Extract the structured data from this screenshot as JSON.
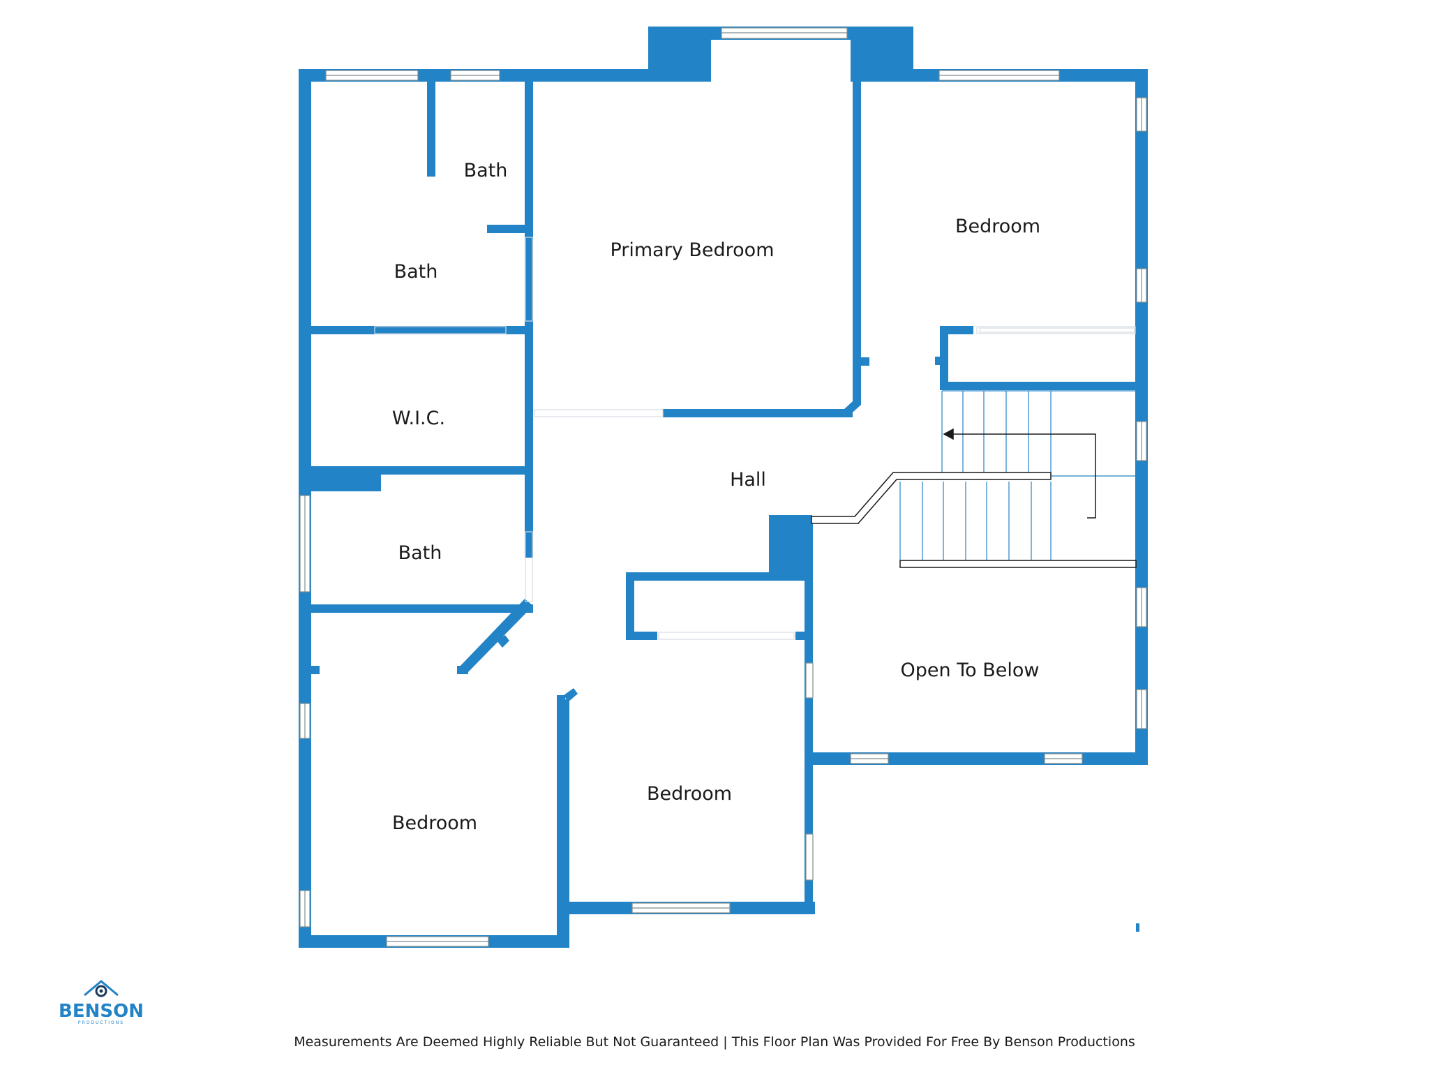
{
  "colors": {
    "wall": "#2283c6",
    "window": "#ffffff",
    "stair": "#2283c6",
    "text": "#1a1a1a"
  },
  "rooms": {
    "bath_upper": "Bath",
    "bath_main": "Bath",
    "primary_bedroom": "Primary Bedroom",
    "bedroom_ne": "Bedroom",
    "wic": "W.I.C.",
    "hall": "Hall",
    "bath_lower": "Bath",
    "open_to_below": "Open To Below",
    "bedroom_sw": "Bedroom",
    "bedroom_s": "Bedroom"
  },
  "logo": {
    "name": "BENSON",
    "subtitle": "PRODUCTIONS",
    "icon": "house-camera-icon"
  },
  "disclaimer": "Measurements Are Deemed Highly Reliable But Not Guaranteed | This Floor Plan Was Provided For Free By Benson Productions"
}
